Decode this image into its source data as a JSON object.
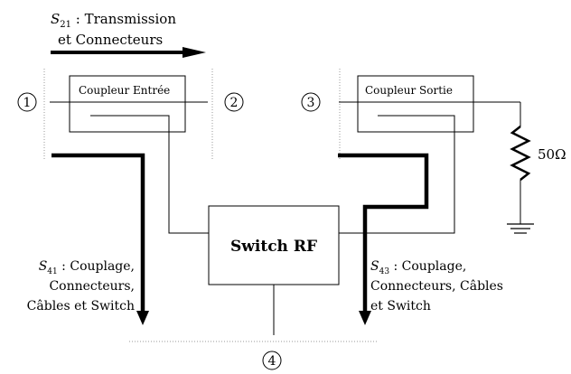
{
  "s21": {
    "symbol": "S",
    "sub": "21",
    "line1": " : Transmission",
    "line2": "et Connecteurs"
  },
  "ports": {
    "p1": "1",
    "p2": "2",
    "p3": "3",
    "p4": "4"
  },
  "couplers": {
    "input": "Coupleur Entrée",
    "output": "Coupleur Sortie"
  },
  "switch_label": "Switch RF",
  "resistor_label": "50Ω",
  "s41": {
    "symbol": "S",
    "sub": "41",
    "line1": " : Couplage,",
    "line2": "Connecteurs,",
    "line3": "Câbles et Switch"
  },
  "s43": {
    "symbol": "S",
    "sub": "43",
    "line1": " : Couplage,",
    "line2": "Connecteurs, Câbles",
    "line3": "et Switch"
  }
}
